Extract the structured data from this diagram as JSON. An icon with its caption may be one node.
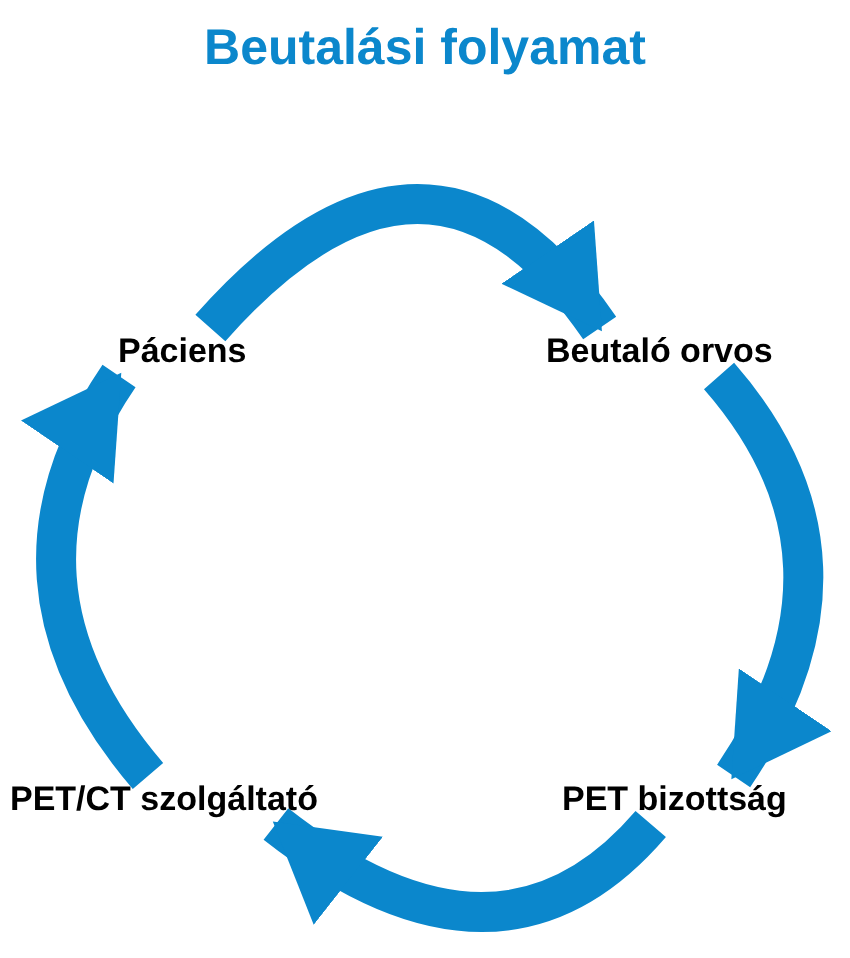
{
  "diagram": {
    "title": "Beutalási folyamat",
    "nodes": [
      {
        "text": [
          "Páciens"
        ]
      },
      {
        "text": [
          "Beutaló orvos"
        ]
      },
      {
        "text": [
          "PET bizottság"
        ]
      },
      {
        "text": [
          "PET/CT szolgáltató"
        ]
      }
    ],
    "edges": [
      {
        "from": 0,
        "to": 1,
        "arrow": "to"
      },
      {
        "from": 1,
        "to": 2,
        "arrow": "to"
      },
      {
        "from": 2,
        "to": 3,
        "arrow": "to"
      },
      {
        "from": 3,
        "to": 0,
        "arrow": "to"
      }
    ]
  }
}
